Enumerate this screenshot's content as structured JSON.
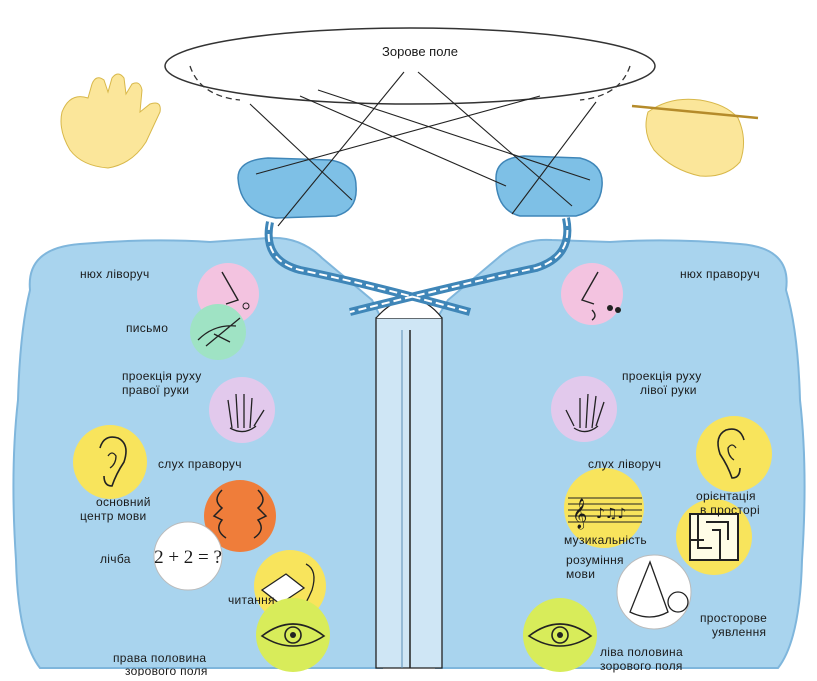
{
  "visual_field": {
    "label": "Зорове поле"
  },
  "left_hemisphere": {
    "smell": "нюх ліворуч",
    "writing": "письмо",
    "hand_projection": [
      "проекція руху",
      "правої руки"
    ],
    "hearing": "слух праворуч",
    "speech_center": [
      "основний",
      "центр мови"
    ],
    "counting": "лічба",
    "counting_formula": "2 + 2 = ?",
    "reading": "читання",
    "visual_half": [
      "права половина",
      "зорового поля"
    ]
  },
  "right_hemisphere": {
    "smell": "нюх праворуч",
    "hand_projection": [
      "проекція руху",
      "лівої руки"
    ],
    "hearing": "слух ліворуч",
    "orientation": [
      "орієнтація",
      "в просторі"
    ],
    "musicality": "музикальність",
    "speech_understanding": [
      "розуміння",
      "мови"
    ],
    "spatial_imagination": [
      "просторове",
      "уявлення"
    ],
    "visual_half": [
      "ліва половина",
      "зорового поля"
    ]
  },
  "colors": {
    "hemisphere": "#a9d4ee",
    "hemisphere_edge": "#7fb6dc",
    "optic_lobe": "#7ec0e6",
    "hand": "#fbe69a",
    "pink_circle": "#f3c3e0",
    "green_circle": "#9fe3c4",
    "lilac_circle": "#e2c9ec",
    "yellow_circle": "#f8e45c",
    "orange_circle": "#ef7d3a",
    "white_circle": "#ffffff",
    "lime_circle": "#d8ec5a"
  },
  "icons": {
    "smell": "nose-icon",
    "writing": "writing-hand-icon",
    "hand": "palm-icon",
    "hearing": "ear-icon",
    "speech": "faces-icon",
    "reading": "book-reader-icon",
    "eye": "eye-icon",
    "music": "music-notes-icon",
    "maze": "maze-icon",
    "geometry": "cone-sphere-icon"
  }
}
